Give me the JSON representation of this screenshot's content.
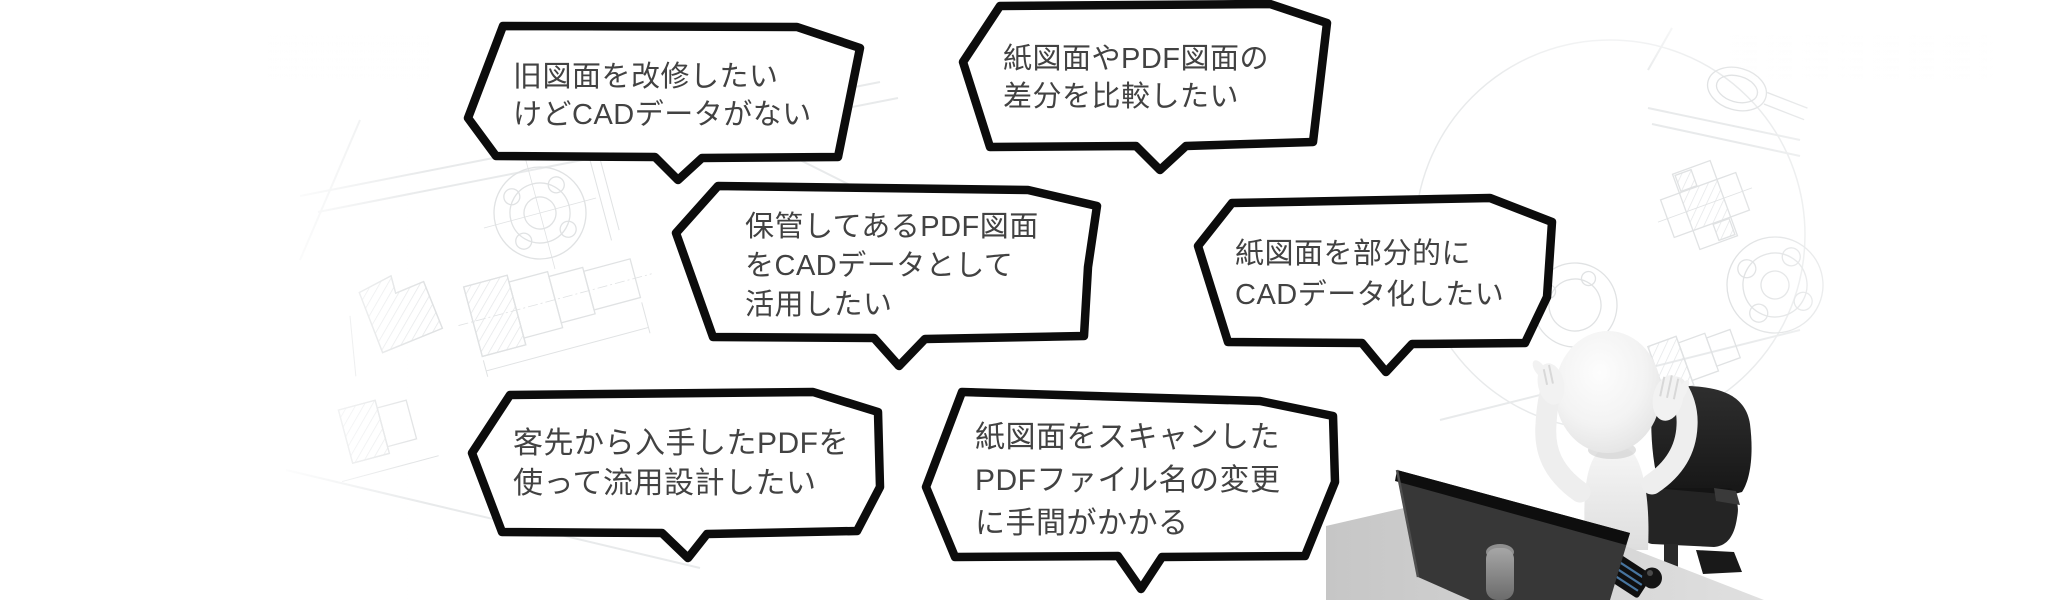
{
  "banner": {
    "bubbles": [
      {
        "lines": [
          "旧図面を改修したい",
          "けどCADデータがない"
        ]
      },
      {
        "lines": [
          "紙図面やPDF図面の",
          "差分を比較したい"
        ]
      },
      {
        "lines": [
          "保管してあるPDF図面",
          "をCADデータとして",
          "活用したい"
        ]
      },
      {
        "lines": [
          "紙図面を部分的に",
          "CADデータ化したい"
        ]
      },
      {
        "lines": [
          "客先から入手したPDFを",
          "使って流用設計したい"
        ]
      },
      {
        "lines": [
          "紙図面をスキャンした",
          "PDFファイル名の変更",
          "に手間がかかる"
        ]
      }
    ],
    "colors": {
      "bubble_border": "#0c0c0c",
      "bubble_fill": "#ffffff",
      "text": "#424242",
      "blueprint_line": "#c6cacd",
      "desk": "#d2d2d2",
      "chair": "#1f1f1f",
      "monitor": "#373737",
      "figure": "#f0f0f0"
    }
  }
}
